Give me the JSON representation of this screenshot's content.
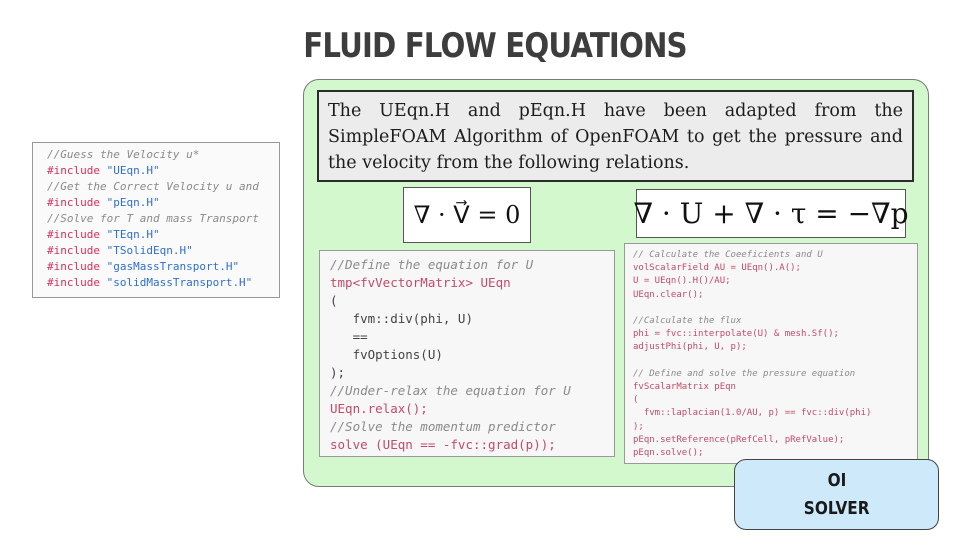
{
  "slide": {
    "title": "FLUID FLOW EQUATIONS",
    "description": "The UEqn.H and pEqn.H have been adapted from the SimpleFOAM Algorithm of OpenFOAM to get the pressure and the velocity from the following relations.",
    "equation_continuity": "∇ · V⃗ = 0",
    "equation_momentum": "∇ · U + ∇ · τ = −∇p",
    "solver_label_line1": "OI",
    "solver_label_line2": "SOLVER"
  },
  "code_left": [
    {
      "text": "//Guess the Velocity u*",
      "kind": "comment"
    },
    {
      "inc": "#include ",
      "str": "\"UEqn.H\"",
      "kind": "include"
    },
    {
      "text": "//Get the Correct Velocity u and",
      "kind": "comment"
    },
    {
      "inc": "#include ",
      "str": "\"pEqn.H\"",
      "kind": "include"
    },
    {
      "text": "//Solve for T and mass Transport",
      "kind": "comment"
    },
    {
      "inc": "#include ",
      "str": "\"TEqn.H\"",
      "kind": "include"
    },
    {
      "inc": "#include ",
      "str": "\"TSolidEqn.H\"",
      "kind": "include"
    },
    {
      "inc": "#include ",
      "str": "\"gasMassTransport.H\"",
      "kind": "include"
    },
    {
      "inc": "#include ",
      "str": "\"solidMassTransport.H\"",
      "kind": "include"
    }
  ],
  "code_mid": [
    {
      "text": "//Define the equation for U",
      "kind": "comment"
    },
    {
      "text": "tmp<fvVectorMatrix> UEqn",
      "kind": "keyword"
    },
    {
      "text": "(",
      "kind": "code"
    },
    {
      "text": "   fvm::div(phi, U)",
      "kind": "code"
    },
    {
      "text": "   ==",
      "kind": "code"
    },
    {
      "text": "   fvOptions(U)",
      "kind": "code"
    },
    {
      "text": ");",
      "kind": "code"
    },
    {
      "text": "//Under-relax the equation for U",
      "kind": "comment"
    },
    {
      "text": "UEqn.relax();",
      "kind": "keyword"
    },
    {
      "text": "//Solve the momentum predictor",
      "kind": "comment"
    },
    {
      "text": "solve (UEqn == -fvc::grad(p));",
      "kind": "keyword"
    }
  ],
  "code_right": [
    {
      "text": "// Calculate the Coeeficients and U",
      "kind": "comment"
    },
    {
      "text": "volScalarField AU = UEqn().A();",
      "kind": "keyword"
    },
    {
      "text": "U = UEqn().H()/AU;",
      "kind": "keyword"
    },
    {
      "text": "UEqn.clear();",
      "kind": "keyword"
    },
    {
      "text": " ",
      "kind": "code"
    },
    {
      "text": "//Calculate the flux",
      "kind": "comment"
    },
    {
      "text": "phi = fvc::interpolate(U) & mesh.Sf();",
      "kind": "keyword"
    },
    {
      "text": "adjustPhi(phi, U, p);",
      "kind": "keyword"
    },
    {
      "text": " ",
      "kind": "code"
    },
    {
      "text": "// Define and solve the pressure equation",
      "kind": "comment"
    },
    {
      "text": "fvScalarMatrix pEqn",
      "kind": "keyword"
    },
    {
      "text": "(",
      "kind": "keyword"
    },
    {
      "text": "  fvm::laplacian(1.0/AU, p) == fvc::div(phi)",
      "kind": "keyword"
    },
    {
      "text": ");",
      "kind": "keyword"
    },
    {
      "text": "pEqn.setReference(pRefCell, pRefValue);",
      "kind": "keyword"
    },
    {
      "text": "pEqn.solve();",
      "kind": "keyword"
    }
  ]
}
